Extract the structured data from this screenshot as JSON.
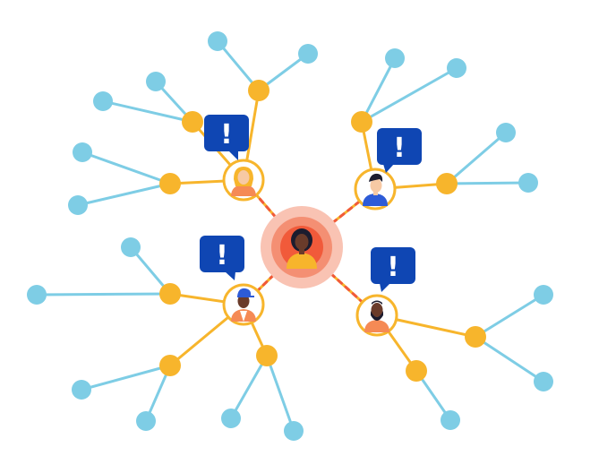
{
  "colors": {
    "background": "#ffffff",
    "outer_edge": "#7ecde5",
    "outer_node": "#7ecde5",
    "inner_edge": "#f7b52c",
    "hub_node": "#f7b52c",
    "contact_ring": "#f7b52c",
    "infection_edge": "#f15a3a",
    "central_glow_outer": "#f9c3b3",
    "central_glow_mid": "#f48f73",
    "central_core": "#f15a3a",
    "alert_bubble": "#0f46b3",
    "alert_mark": "#ffffff",
    "skin_dark": "#6a3b2a",
    "skin_light": "#f7c9a4",
    "shirt_blue": "#2d5bd7",
    "shirt_orange": "#f58a55",
    "hair_dark": "#1c1c2e"
  },
  "people": [
    {
      "id": "center",
      "role": "source-case",
      "icon": "woman-dark-hair-avatar"
    },
    {
      "id": "top-left",
      "role": "contact",
      "icon": "woman-orange-hair-avatar",
      "alert_icon": "exclamation-icon",
      "alert_text": "!"
    },
    {
      "id": "top-right",
      "role": "contact",
      "icon": "man-blue-shirt-avatar",
      "alert_icon": "exclamation-icon",
      "alert_text": "!"
    },
    {
      "id": "bottom-left",
      "role": "contact",
      "icon": "man-blue-cap-avatar",
      "alert_icon": "exclamation-icon",
      "alert_text": "!"
    },
    {
      "id": "bottom-right",
      "role": "contact",
      "icon": "man-bearded-avatar",
      "alert_icon": "exclamation-icon",
      "alert_text": "!"
    }
  ]
}
